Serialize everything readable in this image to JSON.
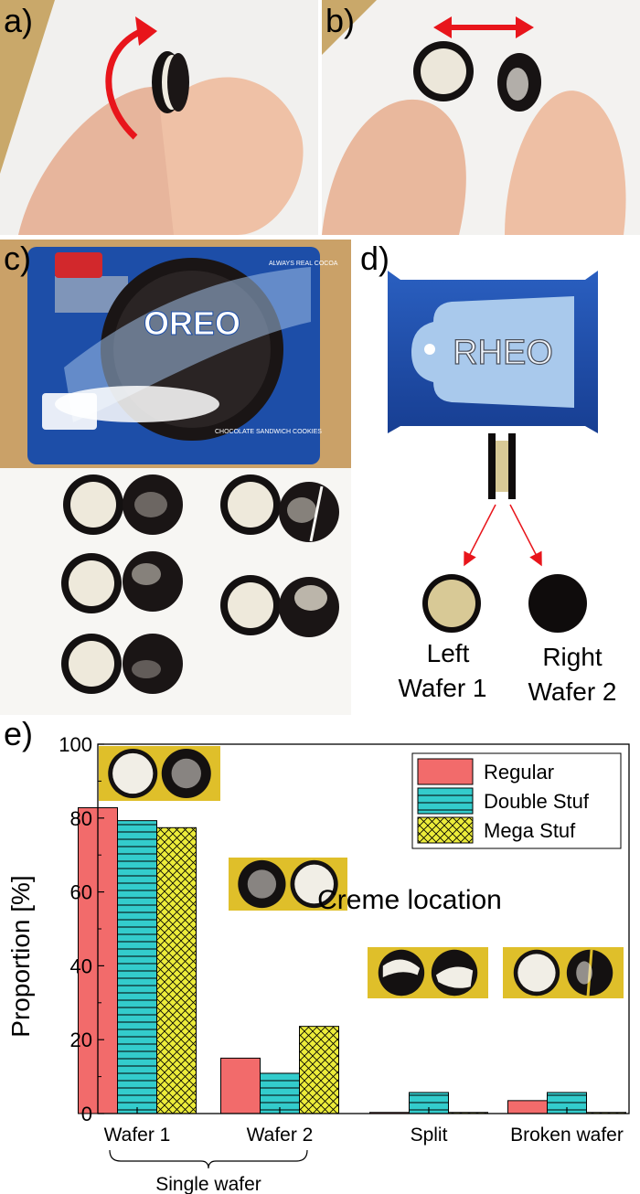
{
  "panels": {
    "a": {
      "label": "a)"
    },
    "b": {
      "label": "b)"
    },
    "c": {
      "label": "c)",
      "package_text": "OREO",
      "package_sub": "CHOCOLATE SANDWICH COOKIES",
      "package_corner": "ALWAYS REAL COCOA"
    },
    "d": {
      "label": "d)",
      "package_title": "RHEO",
      "left_label_1": "Left",
      "left_label_2": "Wafer 1",
      "right_label_1": "Right",
      "right_label_2": "Wafer 2"
    },
    "e": {
      "label": "e)"
    }
  },
  "colors": {
    "regular": "#f26b6b",
    "double_stuf": "#33cccc",
    "mega_stuf": "#ecec3a",
    "arrow": "#e8151b",
    "rheo_blue": "#1f4fae",
    "creme": "#d8c996",
    "wafer": "#0f0c0c"
  },
  "chart_data": {
    "type": "bar",
    "title": "Creme location",
    "xlabel": "",
    "ylabel": "Proportion [%]",
    "ylim": [
      0,
      100
    ],
    "yticks": [
      0,
      20,
      40,
      60,
      80,
      100
    ],
    "categories": [
      "Wafer 1",
      "Wafer 2",
      "Split",
      "Broken wafer"
    ],
    "group_label": "Single wafer",
    "legend_position": "top-right",
    "grid": false,
    "series": [
      {
        "name": "Regular",
        "values": [
          82.8,
          15.0,
          0.3,
          3.5
        ],
        "pattern": "solid"
      },
      {
        "name": "Double Stuf",
        "values": [
          79.3,
          10.9,
          5.7,
          5.7
        ],
        "pattern": "horizontal-lines"
      },
      {
        "name": "Mega Stuf",
        "values": [
          77.4,
          23.6,
          0.3,
          0.3
        ],
        "pattern": "crosshatch"
      }
    ]
  }
}
